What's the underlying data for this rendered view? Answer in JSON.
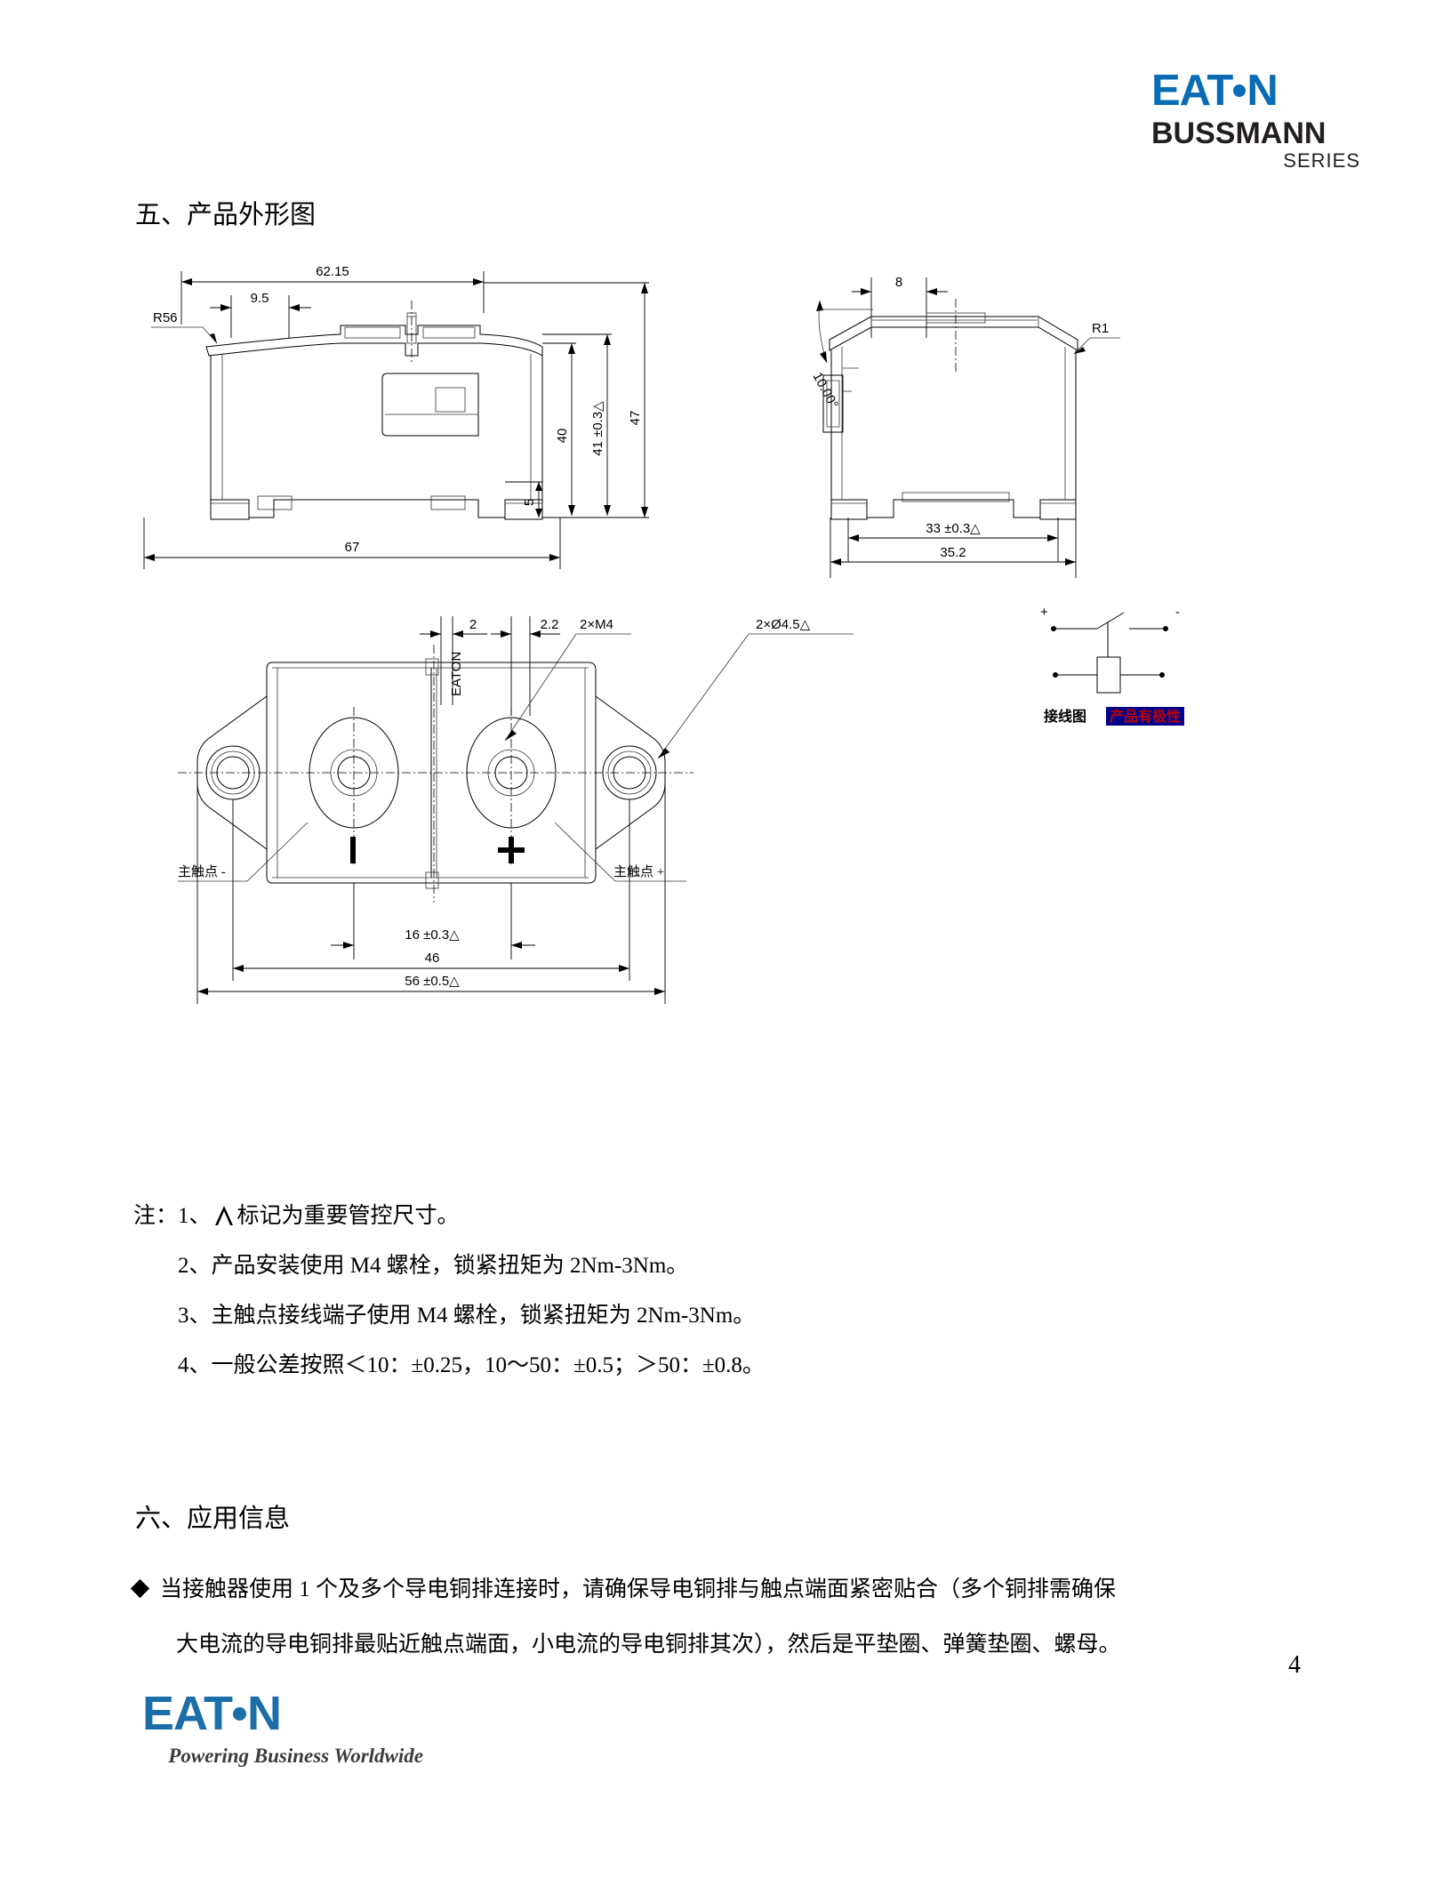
{
  "header": {
    "brand": "EATON",
    "brand_sub": "BUSSMANN",
    "brand_series": "SERIES",
    "brand_color": "#0a6cb4"
  },
  "sections": {
    "outline_heading": "五、产品外形图",
    "application_heading": "六、应用信息"
  },
  "drawings": {
    "front_view": {
      "dims": {
        "overall_width_top": "62.15",
        "lip_offset": "9.5",
        "radius_left": "R56",
        "height_body": "40",
        "height_toleranced": "41 ±0.3△",
        "height_overall": "47",
        "foot_height": "5",
        "overall_width_bottom": "67"
      }
    },
    "side_view": {
      "dims": {
        "top_step": "8",
        "angle": "10.00°",
        "radius_right": "R1",
        "width_toleranced": "33 ±0.3△",
        "width_overall": "35.2"
      }
    },
    "bottom_view": {
      "dims": {
        "slot_a": "2",
        "slot_b": "2.2",
        "threads": "2×M4",
        "holes": "2×Ø4.5△",
        "pitch_toleranced": "16 ±0.3△",
        "mount_pitch": "46",
        "overall_length": "56 ±0.5△"
      },
      "labels": {
        "contact_negative": "主触点 -",
        "contact_positive": "主触点 +",
        "brand_mark": "EATON"
      }
    },
    "wiring_diagram": {
      "caption": "接线图",
      "polarity_note": "产品有极性",
      "polarity_highlight_bg": "#00008B",
      "polarity_text_color": "#c00000",
      "terminal_positive": "+",
      "terminal_negative": "-"
    }
  },
  "notes": {
    "items": [
      "注：1、",
      "标记为重要管控尺寸。",
      "2、产品安装使用 M4 螺栓，锁紧扭矩为 2Nm-3Nm。",
      "3、主触点接线端子使用 M4 螺栓，锁紧扭矩为 2Nm-3Nm。",
      "4、一般公差按照＜10：±0.25，10～50：±0.5；＞50：±0.8。"
    ]
  },
  "application": {
    "line1": "当接触器使用 1 个及多个导电铜排连接时，请确保导电铜排与触点端面紧密贴合（多个铜排需确保",
    "line2": "大电流的导电铜排最贴近触点端面，小电流的导电铜排其次），然后是平垫圈、弹簧垫圈、螺母。"
  },
  "footer": {
    "brand": "EATON",
    "tagline": "Powering Business Worldwide",
    "page_number": "4"
  }
}
